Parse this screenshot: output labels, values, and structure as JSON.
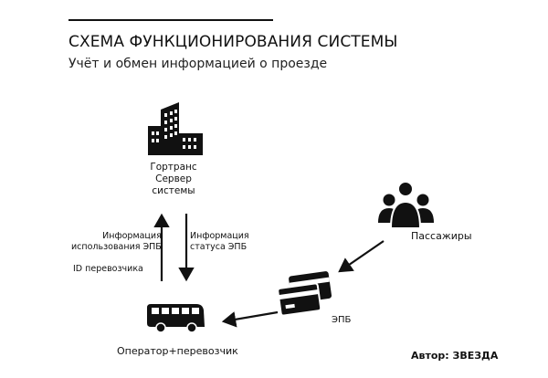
{
  "header": {
    "title": "СХЕМА ФУНКЦИОНИРОВАНИЯ СИСТЕМЫ",
    "subtitle": "Учёт и обмен информацией о проезде"
  },
  "nodes": {
    "server": {
      "lines": [
        "Гортранс",
        "Сервер",
        "системы"
      ],
      "icon": "office-building-icon"
    },
    "passengers": {
      "label": "Пассажиры",
      "icon": "people-group-icon"
    },
    "cards": {
      "label": "ЭПБ",
      "icon": "credit-cards-icon"
    },
    "operator": {
      "label": "Оператор+перевозчик",
      "icon": "bus-icon"
    }
  },
  "edges": {
    "up_label": [
      "Информация",
      "использования ЭПБ"
    ],
    "down_label": [
      "Информация",
      "статуса ЭПБ"
    ],
    "carrier_id": "ID перевозчика"
  },
  "footer": {
    "author": "Автор: ЗВЕЗДА"
  },
  "colors": {
    "ink": "#111111",
    "background": "#ffffff"
  }
}
